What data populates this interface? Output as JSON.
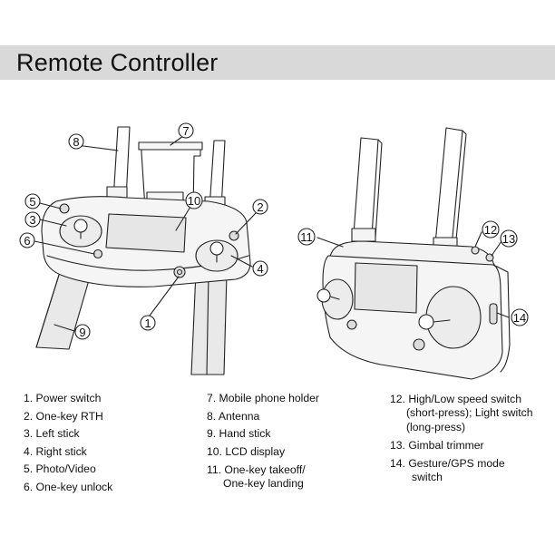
{
  "header": {
    "title": "Remote Controller"
  },
  "callouts": {
    "c1": "1",
    "c2": "2",
    "c3": "3",
    "c4": "4",
    "c5": "5",
    "c6": "6",
    "c7": "7",
    "c8": "8",
    "c9": "9",
    "c10": "10",
    "c11": "11",
    "c12": "12",
    "c13": "13",
    "c14": "14"
  },
  "legend": {
    "col1": [
      "1. Power switch",
      "2. One-key RTH",
      "3. Left stick",
      "4. Right stick",
      "5. Photo/Video",
      "6. One-key unlock"
    ],
    "col2": [
      "7. Mobile phone holder",
      "8. Antenna",
      "9. Hand stick",
      "10. LCD display",
      "11. One-key takeoff/",
      "One-key landing"
    ],
    "col3": [
      "12. High/Low speed switch",
      "(short-press); Light switch",
      "(long-press)",
      "13. Gimbal trimmer",
      "14. Gesture/GPS mode",
      "switch"
    ]
  }
}
